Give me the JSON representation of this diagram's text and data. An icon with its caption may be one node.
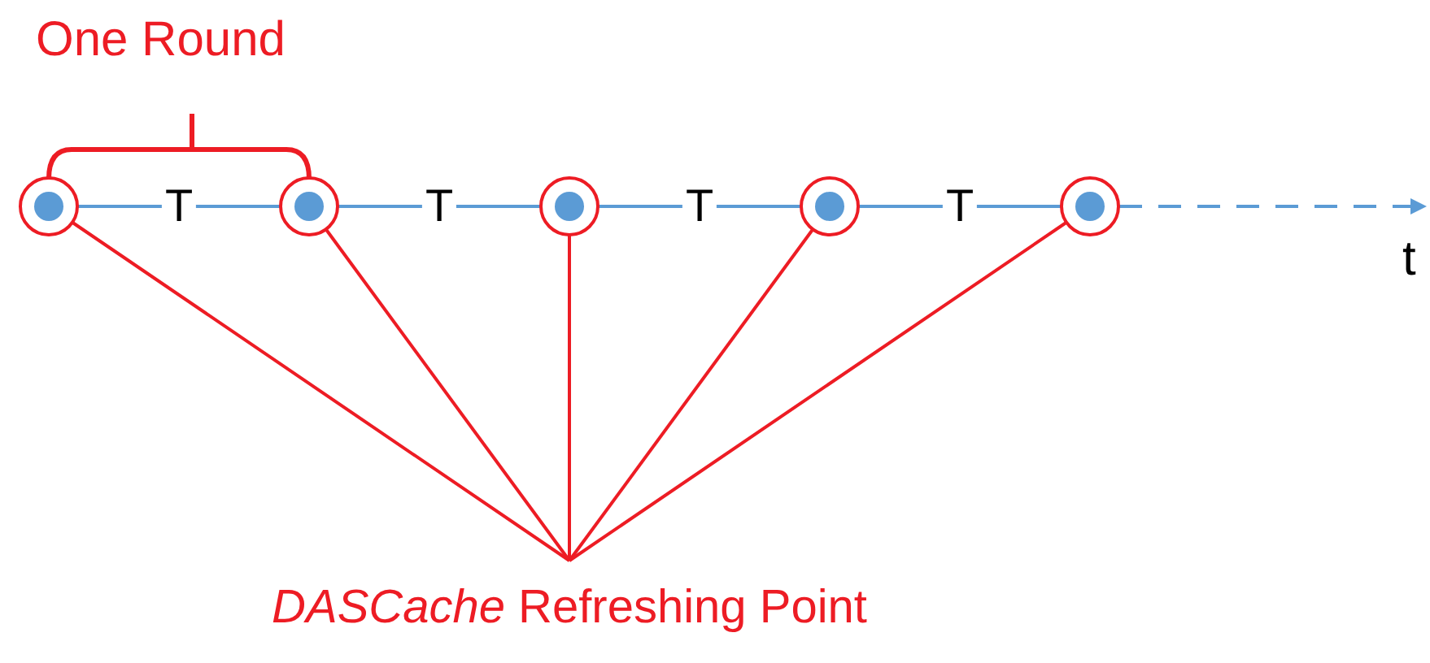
{
  "diagram": {
    "nodes": [
      {
        "text": [],
        "shape": "circle"
      },
      {
        "text": [],
        "shape": "circle"
      },
      {
        "text": [],
        "shape": "circle"
      },
      {
        "text": [],
        "shape": "circle"
      },
      {
        "text": [],
        "shape": "circle"
      },
      {
        "text": [
          "*DASCache* Refreshing Point"
        ]
      }
    ],
    "edges": [
      {
        "from": 0,
        "to": 1,
        "arrow": "none",
        "label": "T",
        "color": "#5b9bd5"
      },
      {
        "from": 1,
        "to": 2,
        "arrow": "none",
        "label": "T",
        "color": "#5b9bd5"
      },
      {
        "from": 2,
        "to": 3,
        "arrow": "none",
        "label": "T",
        "color": "#5b9bd5"
      },
      {
        "from": 3,
        "to": 4,
        "arrow": "none",
        "label": "T",
        "color": "#5b9bd5"
      },
      {
        "from": 4,
        "to": null,
        "arrow": "to",
        "style": "dashed",
        "color": "#5b9bd5"
      },
      {
        "from": 5,
        "to": 0,
        "arrow": "none",
        "color": "#ed1c24"
      },
      {
        "from": 5,
        "to": 1,
        "arrow": "none",
        "color": "#ed1c24"
      },
      {
        "from": 5,
        "to": 2,
        "arrow": "none",
        "color": "#ed1c24"
      },
      {
        "from": 5,
        "to": 3,
        "arrow": "none",
        "color": "#ed1c24"
      },
      {
        "from": 5,
        "to": 4,
        "arrow": "none",
        "color": "#ed1c24"
      }
    ],
    "labels": [
      "One Round",
      "t"
    ]
  }
}
